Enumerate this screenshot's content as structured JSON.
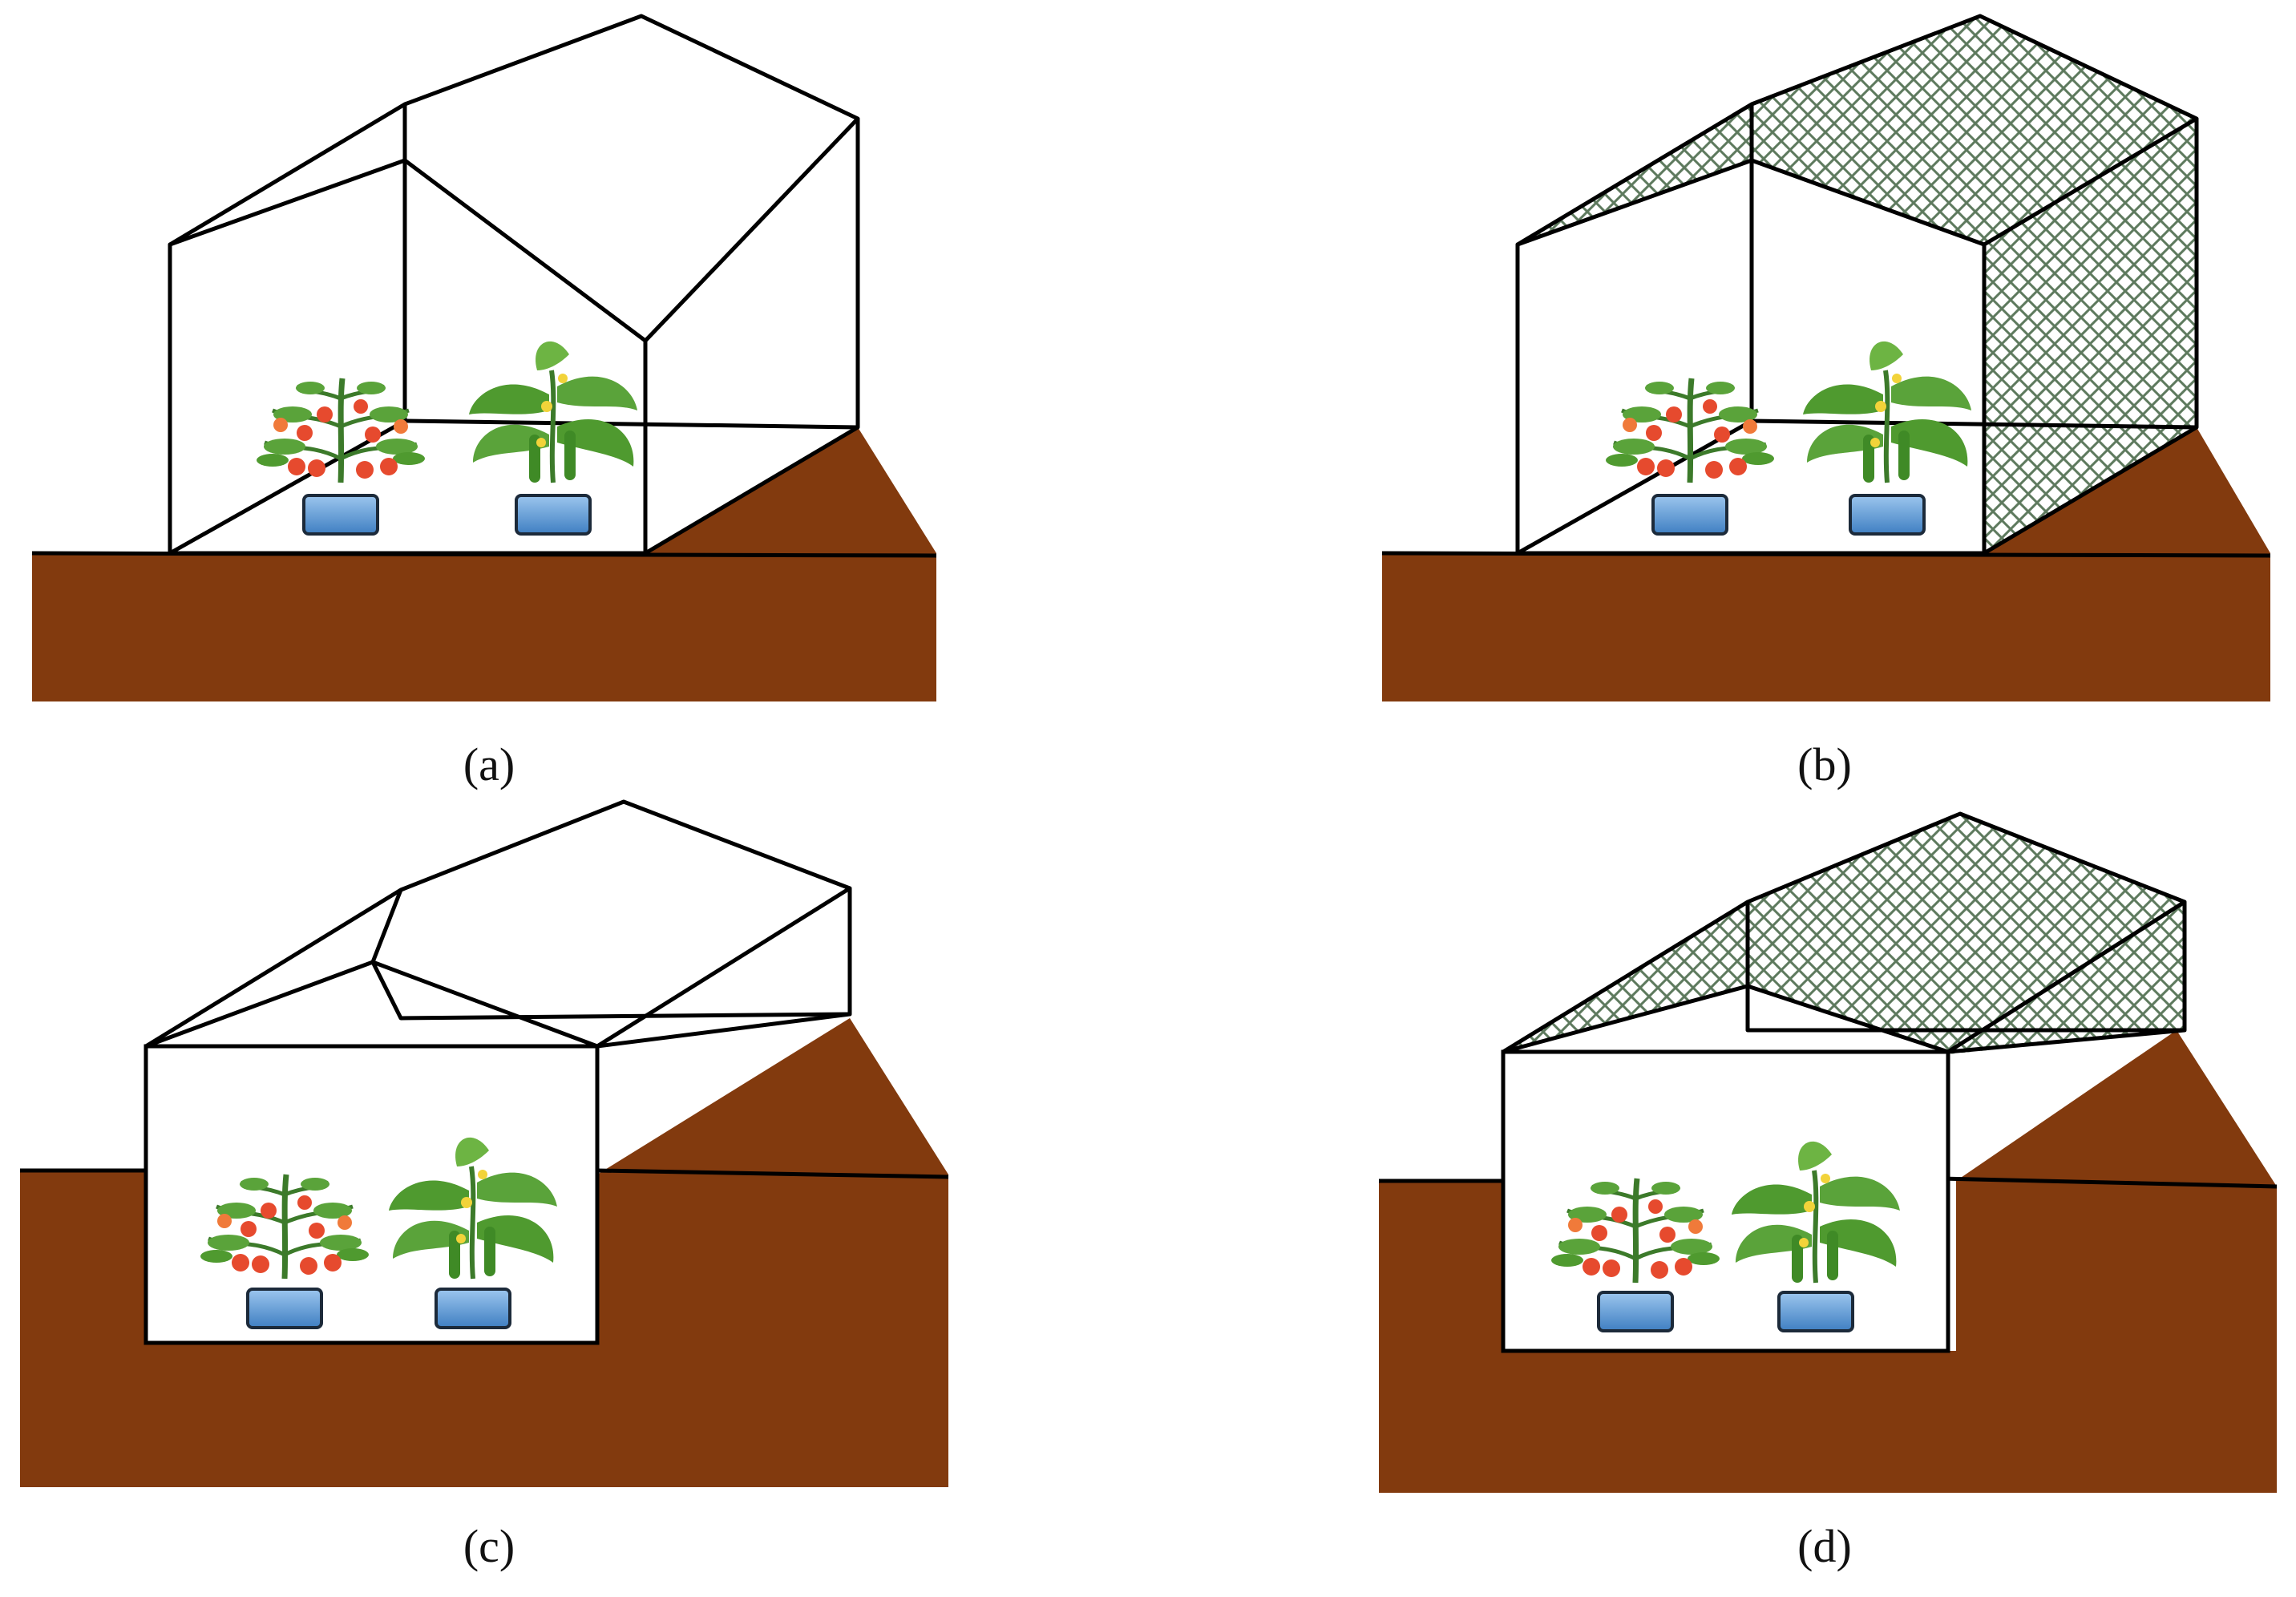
{
  "panels": [
    {
      "id": "a",
      "caption": "(a)",
      "type": "above-ground",
      "net_cover": false
    },
    {
      "id": "b",
      "caption": "(b)",
      "type": "above-ground",
      "net_cover": true
    },
    {
      "id": "c",
      "caption": "(c)",
      "type": "sunken",
      "net_cover": false
    },
    {
      "id": "d",
      "caption": "(d)",
      "type": "sunken",
      "net_cover": true
    }
  ],
  "plants": [
    "tomato-plant",
    "cucumber-plant"
  ],
  "colors": {
    "soil": "#823A0E",
    "frame": "#000000",
    "net": "#5E7A5E",
    "pot": "#5B9BD5",
    "leaf": "#4F9A2F",
    "tomato": "#E64A2E"
  }
}
